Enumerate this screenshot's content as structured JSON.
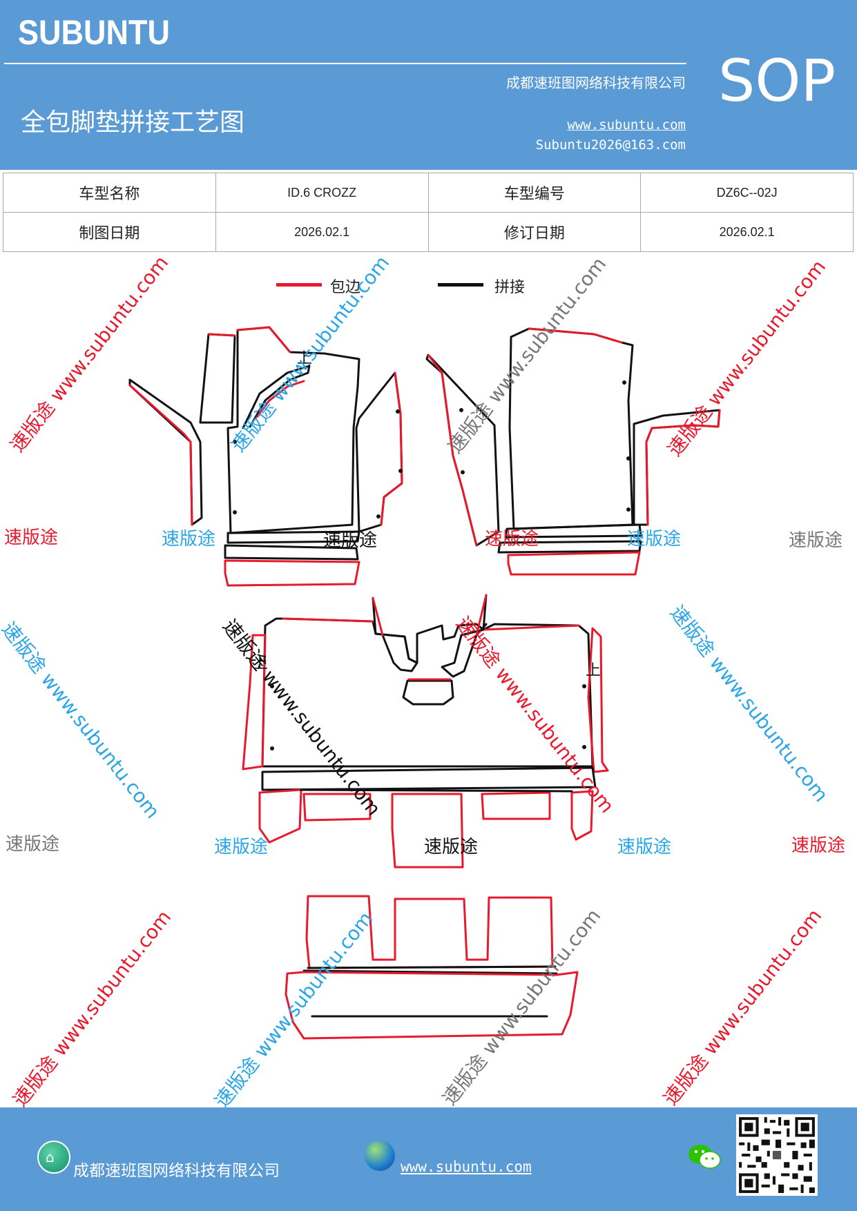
{
  "header": {
    "logo": "SUBUNTU",
    "company": "成都速班图网络科技有限公司",
    "title": "全包脚垫拼接工艺图",
    "website": "www.subuntu.com",
    "email": "Subuntu2026@163.com",
    "badge": "SOP"
  },
  "info_table": {
    "model_name_label": "车型名称",
    "model_name_value": "ID.6 CROZZ",
    "model_code_label": "车型编号",
    "model_code_value": "DZ6C--02J",
    "draw_date_label": "制图日期",
    "draw_date_value": "2026.02.1",
    "revise_date_label": "修订日期",
    "revise_date_value": "2026.02.1"
  },
  "legend": {
    "edge_label": "包边",
    "edge_color": "#e8192c",
    "splice_label": "拼接",
    "splice_color": "#111111"
  },
  "drawing": {
    "up_mark": "上"
  },
  "watermarks": {
    "brand": "速版途",
    "diagonal": "速版途 www.subuntu.com"
  },
  "footer": {
    "company": "成都速班图网络科技有限公司",
    "website": "www.subuntu.com "
  }
}
